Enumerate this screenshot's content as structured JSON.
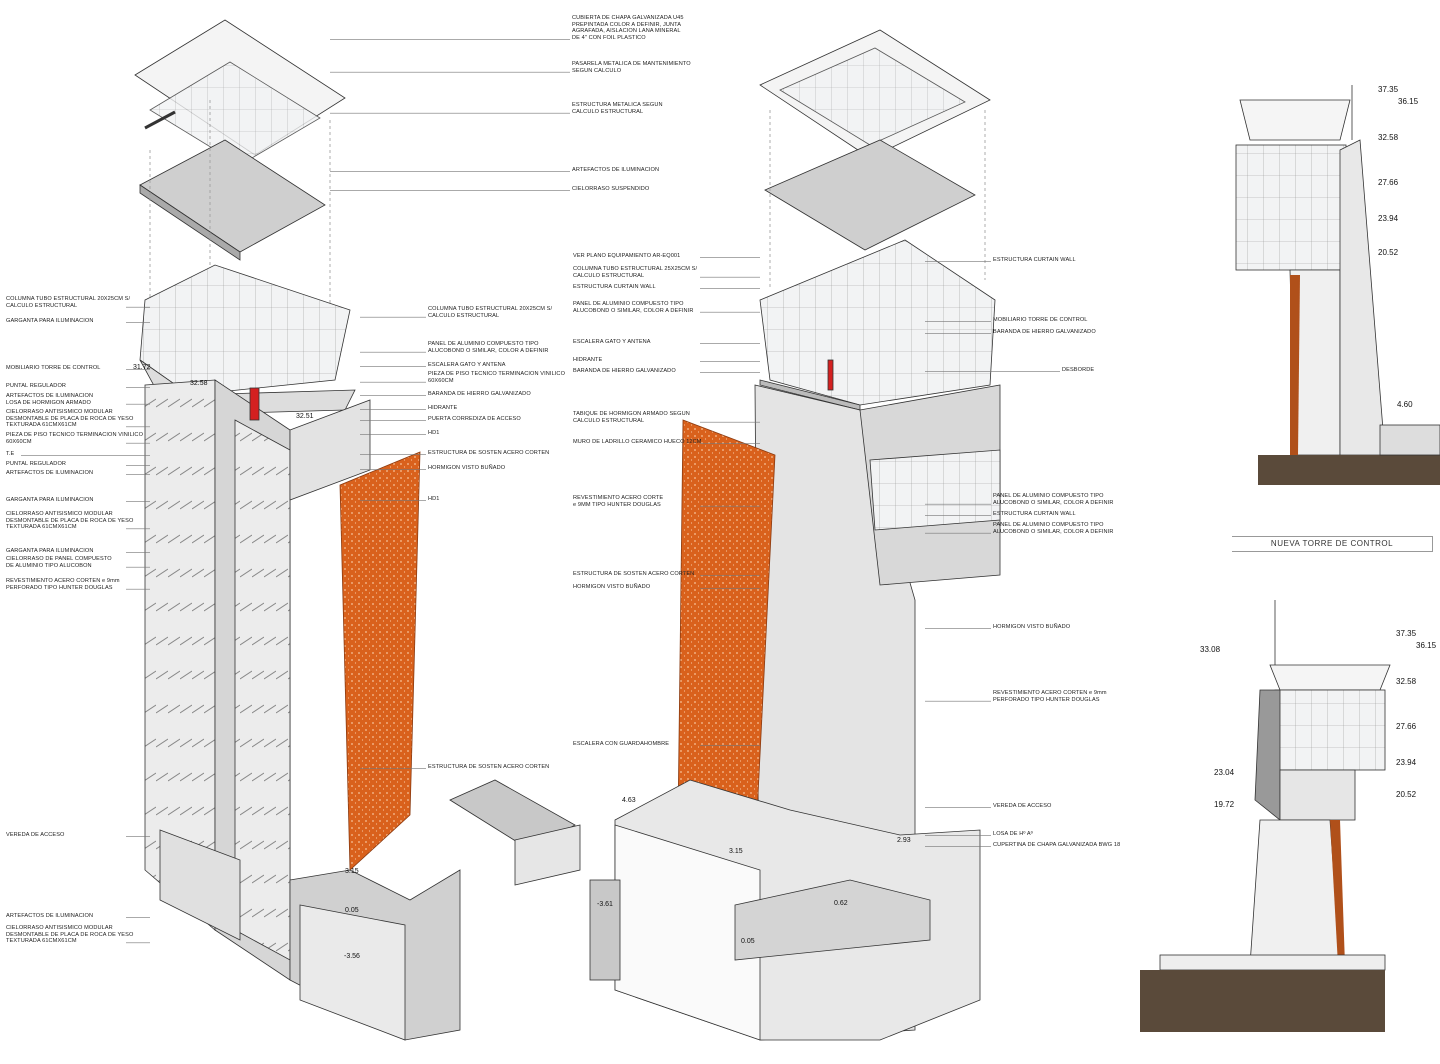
{
  "colors": {
    "corten": "#d9611c",
    "concrete": "#d8d8d8",
    "glass": "#e9ecef",
    "line": "#333333",
    "ground": "#5a4a3a",
    "hydrant": "#d42020"
  },
  "title": "NUEVA TORRE DE CONTROL",
  "labels_left": [
    "COLUMNA TUBO ESTRUCTURAL 20X25CM S/\nCALCULO ESTRUCTURAL",
    "GARGANTA PARA ILUMINACION",
    "MOBILIARIO TORRE DE CONTROL",
    "PUNTAL REGULADOR",
    "ARTEFACTOS DE ILUMINACION\nLOSA DE HORMIGON ARMADO",
    "CIELORRASO ANTISISMICO MODULAR\nDESMONTABLE DE PLACA DE ROCA DE YESO\nTEXTURADA 61CMX61CM",
    "PIEZA DE PISO TECNICO TERMINACION VINILICO\n60X60CM",
    "T.E",
    "PUNTAL REGULADOR",
    "ARTEFACTOS DE ILUMINACION",
    "GARGANTA PARA ILUMINACION",
    "CIELORRASO ANTISISMICO MODULAR\nDESMONTABLE DE PLACA DE ROCA DE YESO\nTEXTURADA 61CMX61CM",
    "GARGANTA PARA ILUMINACION",
    "CIELORRASO DE PANEL COMPUESTO\nDE ALUMINIO TIPO ALUCOBON",
    "REVESTIMIENTO ACERO CORTEN e 9mm\nPERFORADO TIPO HUNTER DOUGLAS",
    "VEREDA DE ACCESO",
    "ARTEFACTOS DE ILUMINACION",
    "CIELORRASO ANTISISMICO MODULAR\nDESMONTABLE DE PLACA DE ROCA DE YESO\nTEXTURADA 61CMX61CM"
  ],
  "labels_mid_left": [
    "COLUMNA TUBO ESTRUCTURAL 20X25CM S/\nCALCULO ESTRUCTURAL",
    "PANEL DE ALUMINIO COMPUESTO TIPO\nALUCOBOND O SIMILAR, COLOR A DEFINIR",
    "ESCALERA GATO Y ANTENA",
    "PIEZA DE PISO TECNICO TERMINACION VINILICO\n60X60CM",
    "BARANDA DE HIERRO GALVANIZADO",
    "HIDRANTE",
    "PUERTA CORREDIZA DE ACCESO",
    "HD1",
    "ESTRUCTURA DE SOSTEN ACERO CORTEN",
    "HORMIGON VISTO BUÑADO",
    "HD1",
    "ESTRUCTURA DE SOSTEN ACERO CORTEN"
  ],
  "labels_top": [
    "CUBIERTA DE CHAPA GALVANIZADA U45\nPREPINTADA COLOR A DEFINIR, JUNTA\nAGRAFADA, AISLACION LANA MINERAL\nDE 4\" CON FOIL PLASTICO",
    "PASARELA METALICA DE MANTENIMIENTO\nSEGUN CALCULO",
    "ESTRUCTURA METALICA SEGUN\nCALCULO ESTRUCTURAL",
    "ARTEFACTOS DE ILUMINACION",
    "CIELORRASO SUSPENDIDO"
  ],
  "labels_mid_right": [
    "VER PLANO EQUIPAMIENTO AR-EQ001",
    "COLUMNA TUBO ESTRUCTURAL 25X25CM S/\nCALCULO ESTRUCTURAL",
    "ESTRUCTURA CURTAIN WALL",
    "PANEL DE ALUMINIO COMPUESTO TIPO\nALUCOBOND O SIMILAR, COLOR A DEFINIR",
    "ESCALERA GATO Y ANTENA",
    "HIDRANTE",
    "BARANDA DE HIERRO GALVANIZADO",
    "TABIQUE DE HORMIGON ARMADO SEGUN\nCALCULO ESTRUCTURAL",
    "MURO DE LADRILLO CERAMICO HUECO 12CM",
    "REVESTIMIENTO ACERO CORTE\ne 9MM TIPO HUNTER DOUGLAS",
    "ESTRUCTURA DE SOSTEN ACERO CORTEN",
    "HORMIGON VISTO BUÑADO",
    "ESCALERA CON GUARDAHOMBRE"
  ],
  "labels_right": [
    "ESTRUCTURA CURTAIN WALL",
    "MOBILIARIO TORRE DE CONTROL",
    "BARANDA DE HIERRO GALVANIZADO",
    "DESBORDE",
    "PANEL DE ALUMINIO COMPUESTO TIPO\nALUCOBOND O SIMILAR, COLOR A DEFINIR",
    "ESTRUCTURA CURTAIN WALL",
    "PANEL DE ALUMINIO COMPUESTO TIPO\nALUCOBOND O SIMILAR, COLOR A DEFINIR",
    "HORMIGON VISTO BUÑADO",
    "REVESTIMIENTO ACERO CORTEN e 9mm\nPERFORADO TIPO HUNTER DOUGLAS",
    "VEREDA DE ACCESO",
    "LOSA DE Hº Aº",
    "CUPERTINA DE CHAPA GALVANIZADA BWG 18"
  ],
  "levels_axo": [
    "31.72",
    "32.58",
    "32.51",
    "3.15",
    "0.05",
    "-3.56",
    "4.63",
    "3.15",
    "2.93",
    "0.62",
    "0.05",
    "-3.61"
  ],
  "elevation_1_levels": [
    "37.35",
    "36.15",
    "32.58",
    "27.66",
    "23.94",
    "20.52",
    "4.60"
  ],
  "elevation_2_levels": [
    "37.35",
    "36.15",
    "33.08",
    "32.58",
    "27.66",
    "23.94",
    "23.04",
    "20.52",
    "19.72"
  ]
}
